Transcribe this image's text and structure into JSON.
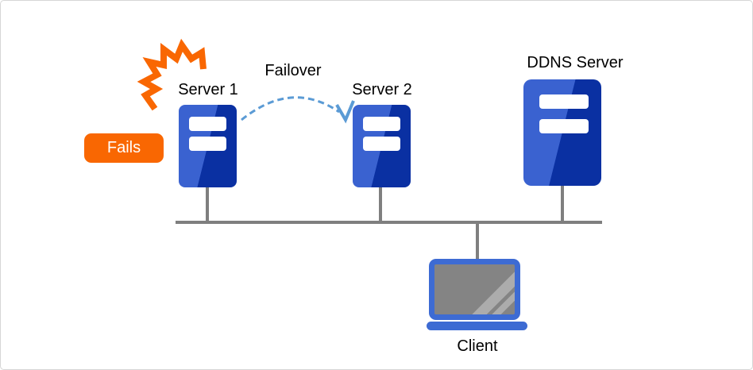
{
  "diagram": {
    "nodes": {
      "server1": {
        "label": "Server 1",
        "type": "server",
        "status": "failed"
      },
      "server2": {
        "label": "Server 2",
        "type": "server"
      },
      "ddns_server": {
        "label": "DDNS Server",
        "type": "server"
      },
      "client": {
        "label": "Client",
        "type": "laptop"
      }
    },
    "annotations": {
      "failover_label": "Failover",
      "fails_badge": "Fails"
    },
    "edges": [
      {
        "from": "server1",
        "to": "server2",
        "label": "Failover",
        "style": "dashed-arc-arrow"
      },
      {
        "from": "server1",
        "to": "network-bus",
        "style": "solid-line"
      },
      {
        "from": "server2",
        "to": "network-bus",
        "style": "solid-line"
      },
      {
        "from": "ddns_server",
        "to": "network-bus",
        "style": "solid-line"
      },
      {
        "from": "client",
        "to": "network-bus",
        "style": "solid-line"
      }
    ],
    "colors": {
      "explosion_orange": "#F96702",
      "fails_badge_orange": "#F96702",
      "server_blue_light": "#3A62D0",
      "server_blue_dark": "#0A30A2",
      "laptop_blue": "#3D6BD3",
      "laptop_screen_gray": "#848484",
      "network_line_gray": "#7F7F7F",
      "failover_arc_blue": "#5B9BD5"
    }
  }
}
